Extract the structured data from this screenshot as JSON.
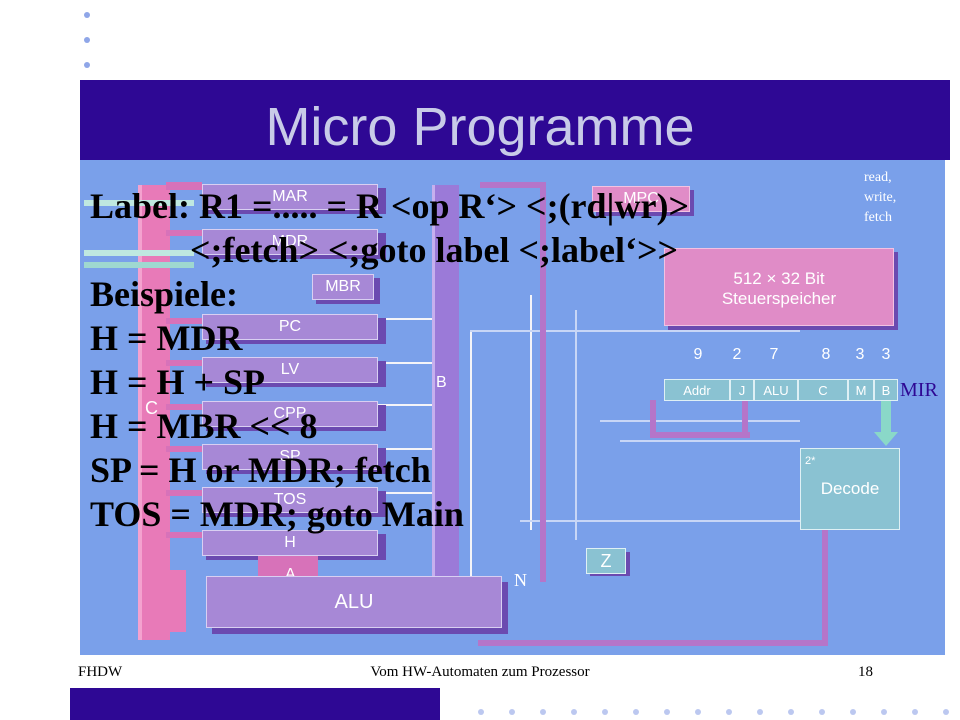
{
  "slide": {
    "title": "Micro Programme",
    "footer_left": "FHDW",
    "footer_center": "Vom HW-Automaten zum Prozessor",
    "page_number": "18"
  },
  "overlay_text": {
    "lines": [
      "Label: R1 =..... = R <op R‘> <;(rd|wr)>",
      "<;fetch> <;goto label <;label‘>>",
      "Beispiele:",
      "H = MDR",
      "H = H + SP",
      "H = MBR << 8",
      "SP = H or MDR; fetch",
      "TOS = MDR; goto Main"
    ]
  },
  "diagram": {
    "registers": [
      "MAR",
      "MDR",
      "MBR",
      "PC",
      "LV",
      "CPP",
      "SP",
      "TOS",
      "H"
    ],
    "bus_c_label": "C",
    "bus_b_label": "B",
    "bus_a_label": "A",
    "alu_label": "ALU",
    "mpc_label": "MPC",
    "control_store_label_1": "512 × 32 Bit",
    "control_store_label_2": "Steuerspeicher",
    "memory_signals": "read, write, fetch",
    "mir_label": "MIR",
    "mir_fields": [
      "Addr",
      "J",
      "ALU",
      "C",
      "M",
      "B"
    ],
    "mir_widths": [
      "9",
      "2",
      "7",
      "8",
      "3",
      "3"
    ],
    "decode_label": "Decode",
    "decode_sub": "2*",
    "z_label": "Z"
  },
  "colors": {
    "title_band": "#2e0894",
    "diagram_bg": "#7aa0ea",
    "bus_c": "#e87ab8",
    "bus_b": "#9b7ad8",
    "register_face": "#a788d6",
    "mir_cells": "#8ac2d2"
  }
}
